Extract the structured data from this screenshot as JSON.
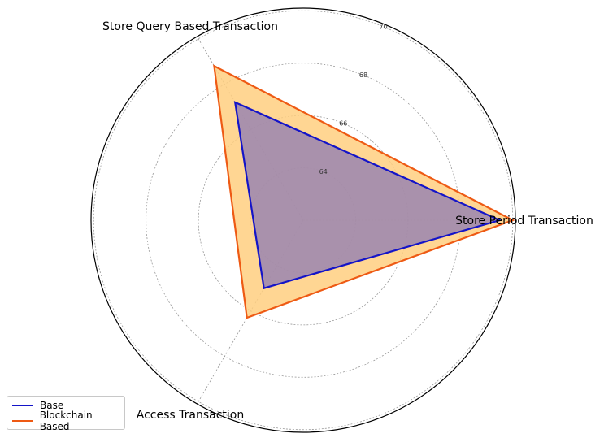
{
  "chart_data": {
    "type": "radar",
    "axes": [
      "Store Period Transaction",
      "Store Query Based Transaction",
      "Access Transaction"
    ],
    "rticks": [
      "64",
      "66",
      "68",
      "70"
    ],
    "rticks_values": [
      64,
      66,
      68,
      70
    ],
    "rlim": [
      62,
      70.1
    ],
    "series": [
      {
        "name": "Base",
        "values": [
          69.5,
          67.2,
          65.0
        ],
        "line_color": "#1414c8",
        "fill_color": "#8c7ab4"
      },
      {
        "name": "Blockchain Based",
        "values": [
          70.0,
          68.8,
          66.3
        ],
        "line_color": "#ee5a14",
        "fill_color": "#ffcf80"
      }
    ],
    "grid": true
  }
}
